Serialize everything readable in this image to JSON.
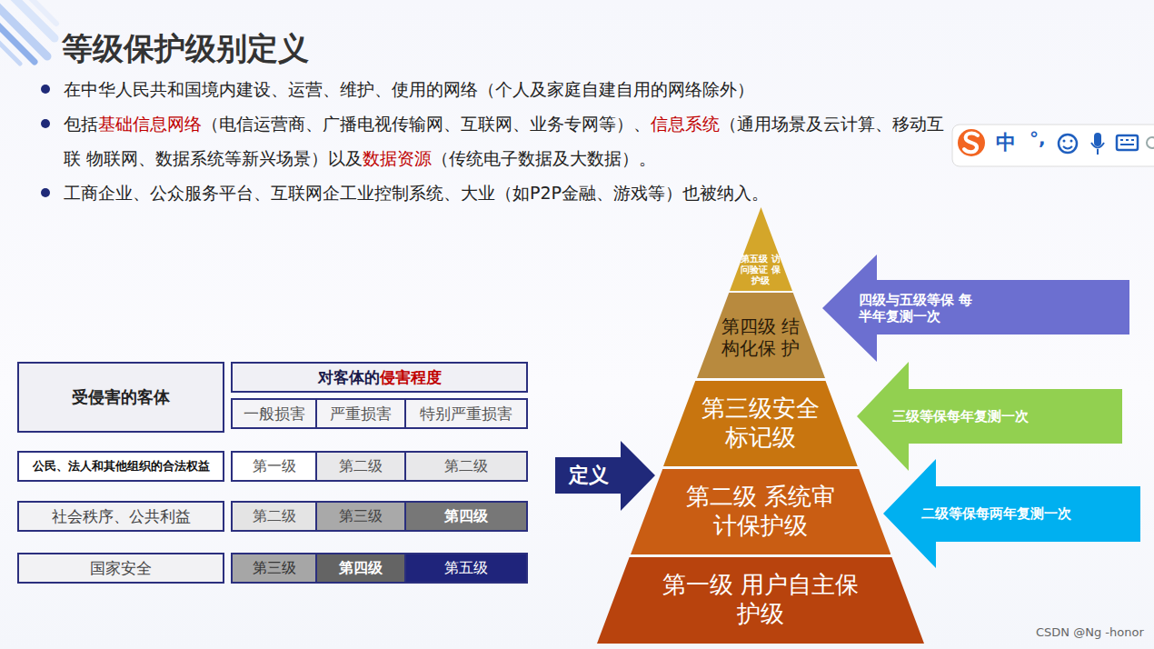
{
  "diagram": {
    "title": "等级保护级别定义",
    "nodes": [
      {
        "text": [
          "定义"
        ]
      },
      {
        "text": [
          "第五级 访问验证 保护级"
        ]
      },
      {
        "text": [
          "第四级 结构化保 护"
        ]
      },
      {
        "text": [
          "第三级安全 标记级"
        ]
      },
      {
        "text": [
          "第二级 系统审 计保护级"
        ]
      },
      {
        "text": [
          "第一级 用户自主保 护级"
        ]
      },
      {
        "text": [
          "四级与五级等保 每半年复测一次"
        ]
      },
      {
        "text": [
          "三级等保每年复测一次"
        ]
      },
      {
        "text": [
          "二级等保每两年复测一次"
        ]
      }
    ],
    "labels": [
      "在中华人民共和国境内建设、运营、维护、使用的网络（个人及家庭自建自用的网络除外）",
      "包括",
      "基础信息网络",
      "（电信运营商、广播电视传输网、互联网、业务专网等）、",
      "信息系统",
      "（通用场景及云计算、移动互联 物联网、数据系统等新兴场景）以及",
      "数据资源",
      "（传统电子数据及大数据）。",
      "工商企业、公众服务平台、互联网企工业控制系统、大业（如P2P金融、游戏等）也被纳入。",
      "受侵害的客体",
      "对客体的",
      "侵害程度",
      "一般损害",
      "严重损害",
      "特别严重损害",
      "公民、法人和其他组织的合法权益",
      "第一级",
      "第二级",
      "第二级",
      "社会秩序、公共利益",
      "第二级",
      "第三级",
      "第四级",
      "国家安全",
      "第三级",
      "第四级",
      "第五级",
      "中",
      "°,",
      "CSDN @Ng -honor"
    ]
  }
}
